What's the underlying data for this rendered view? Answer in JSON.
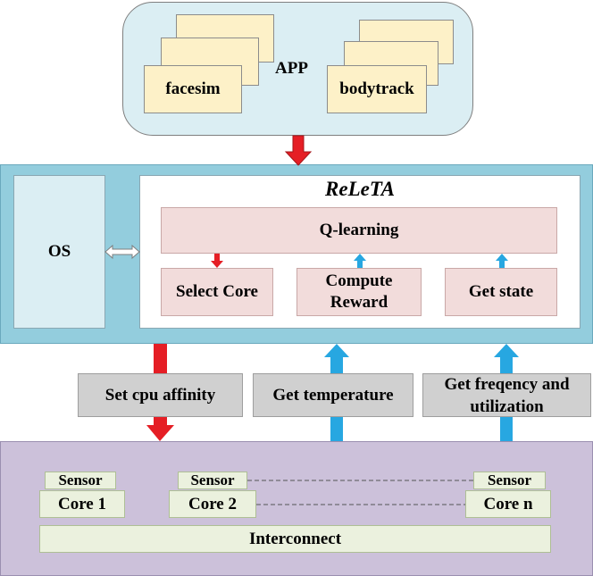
{
  "app": {
    "label": "APP",
    "apps": [
      "facesim",
      "bodytrack"
    ]
  },
  "os": {
    "label": "OS"
  },
  "releta": {
    "title": "ReLeTA",
    "qlearning": "Q-learning",
    "modules": [
      "Select Core",
      "Compute\nReward",
      "Get state"
    ]
  },
  "interfaces": [
    "Set cpu affinity",
    "Get temperature",
    "Get freqency and\nutilization"
  ],
  "hardware": {
    "sensor_label": "Sensor",
    "cores": [
      "Core 1",
      "Core 2",
      "Core n"
    ],
    "interconnect": "Interconnect"
  },
  "colors": {
    "down_arrow": "#e51e25",
    "up_arrow": "#27a7e1",
    "app_bg": "#dbeef3",
    "releta_band": "#93cddd",
    "hardware_band": "#ccc1da"
  }
}
